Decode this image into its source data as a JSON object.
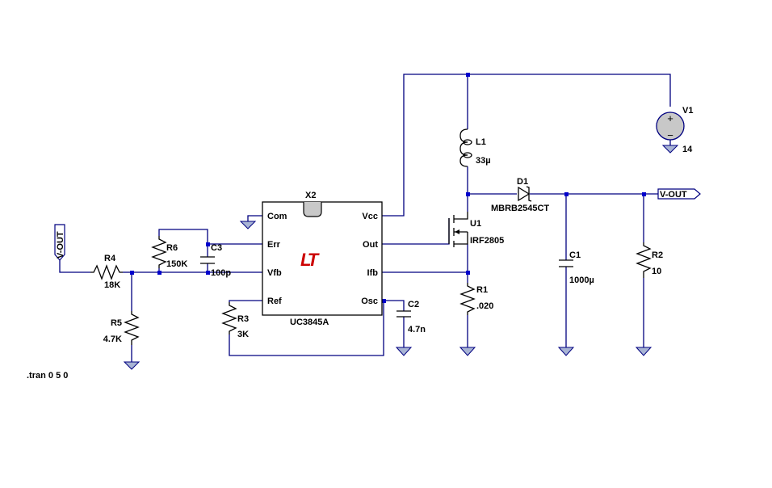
{
  "schematic": {
    "directive": ".tran 0 5 0",
    "colors": {
      "wire": "#000080",
      "junction": "#0000cc",
      "ground_fill": "#a8b4d4",
      "logo": "#cc0000",
      "source_fill": "#c8c8c8"
    },
    "ic": {
      "ref": "X2",
      "part": "UC3845A",
      "logo": "LT",
      "pins_left": [
        "Com",
        "Err",
        "Vfb",
        "Ref"
      ],
      "pins_right": [
        "Vcc",
        "Out",
        "Ifb",
        "Osc"
      ]
    },
    "components": {
      "L1": {
        "ref": "L1",
        "value": "33µ"
      },
      "D1": {
        "ref": "D1",
        "value": "MBRB2545CT"
      },
      "U1": {
        "ref": "U1",
        "value": "IRF2805"
      },
      "R1": {
        "ref": "R1",
        "value": ".020"
      },
      "C1": {
        "ref": "C1",
        "value": "1000µ"
      },
      "R2": {
        "ref": "R2",
        "value": "10"
      },
      "C2": {
        "ref": "C2",
        "value": "4.7n"
      },
      "R3": {
        "ref": "R3",
        "value": "3K"
      },
      "C3": {
        "ref": "C3",
        "value": "100p"
      },
      "R6": {
        "ref": "R6",
        "value": "150K"
      },
      "R4": {
        "ref": "R4",
        "value": "18K"
      },
      "R5": {
        "ref": "R5",
        "value": "4.7K"
      },
      "V1": {
        "ref": "V1",
        "value": "14",
        "plus": "+",
        "minus": "−"
      }
    },
    "net_labels": {
      "output": "V-OUT",
      "feedback": "V-OUT"
    }
  }
}
